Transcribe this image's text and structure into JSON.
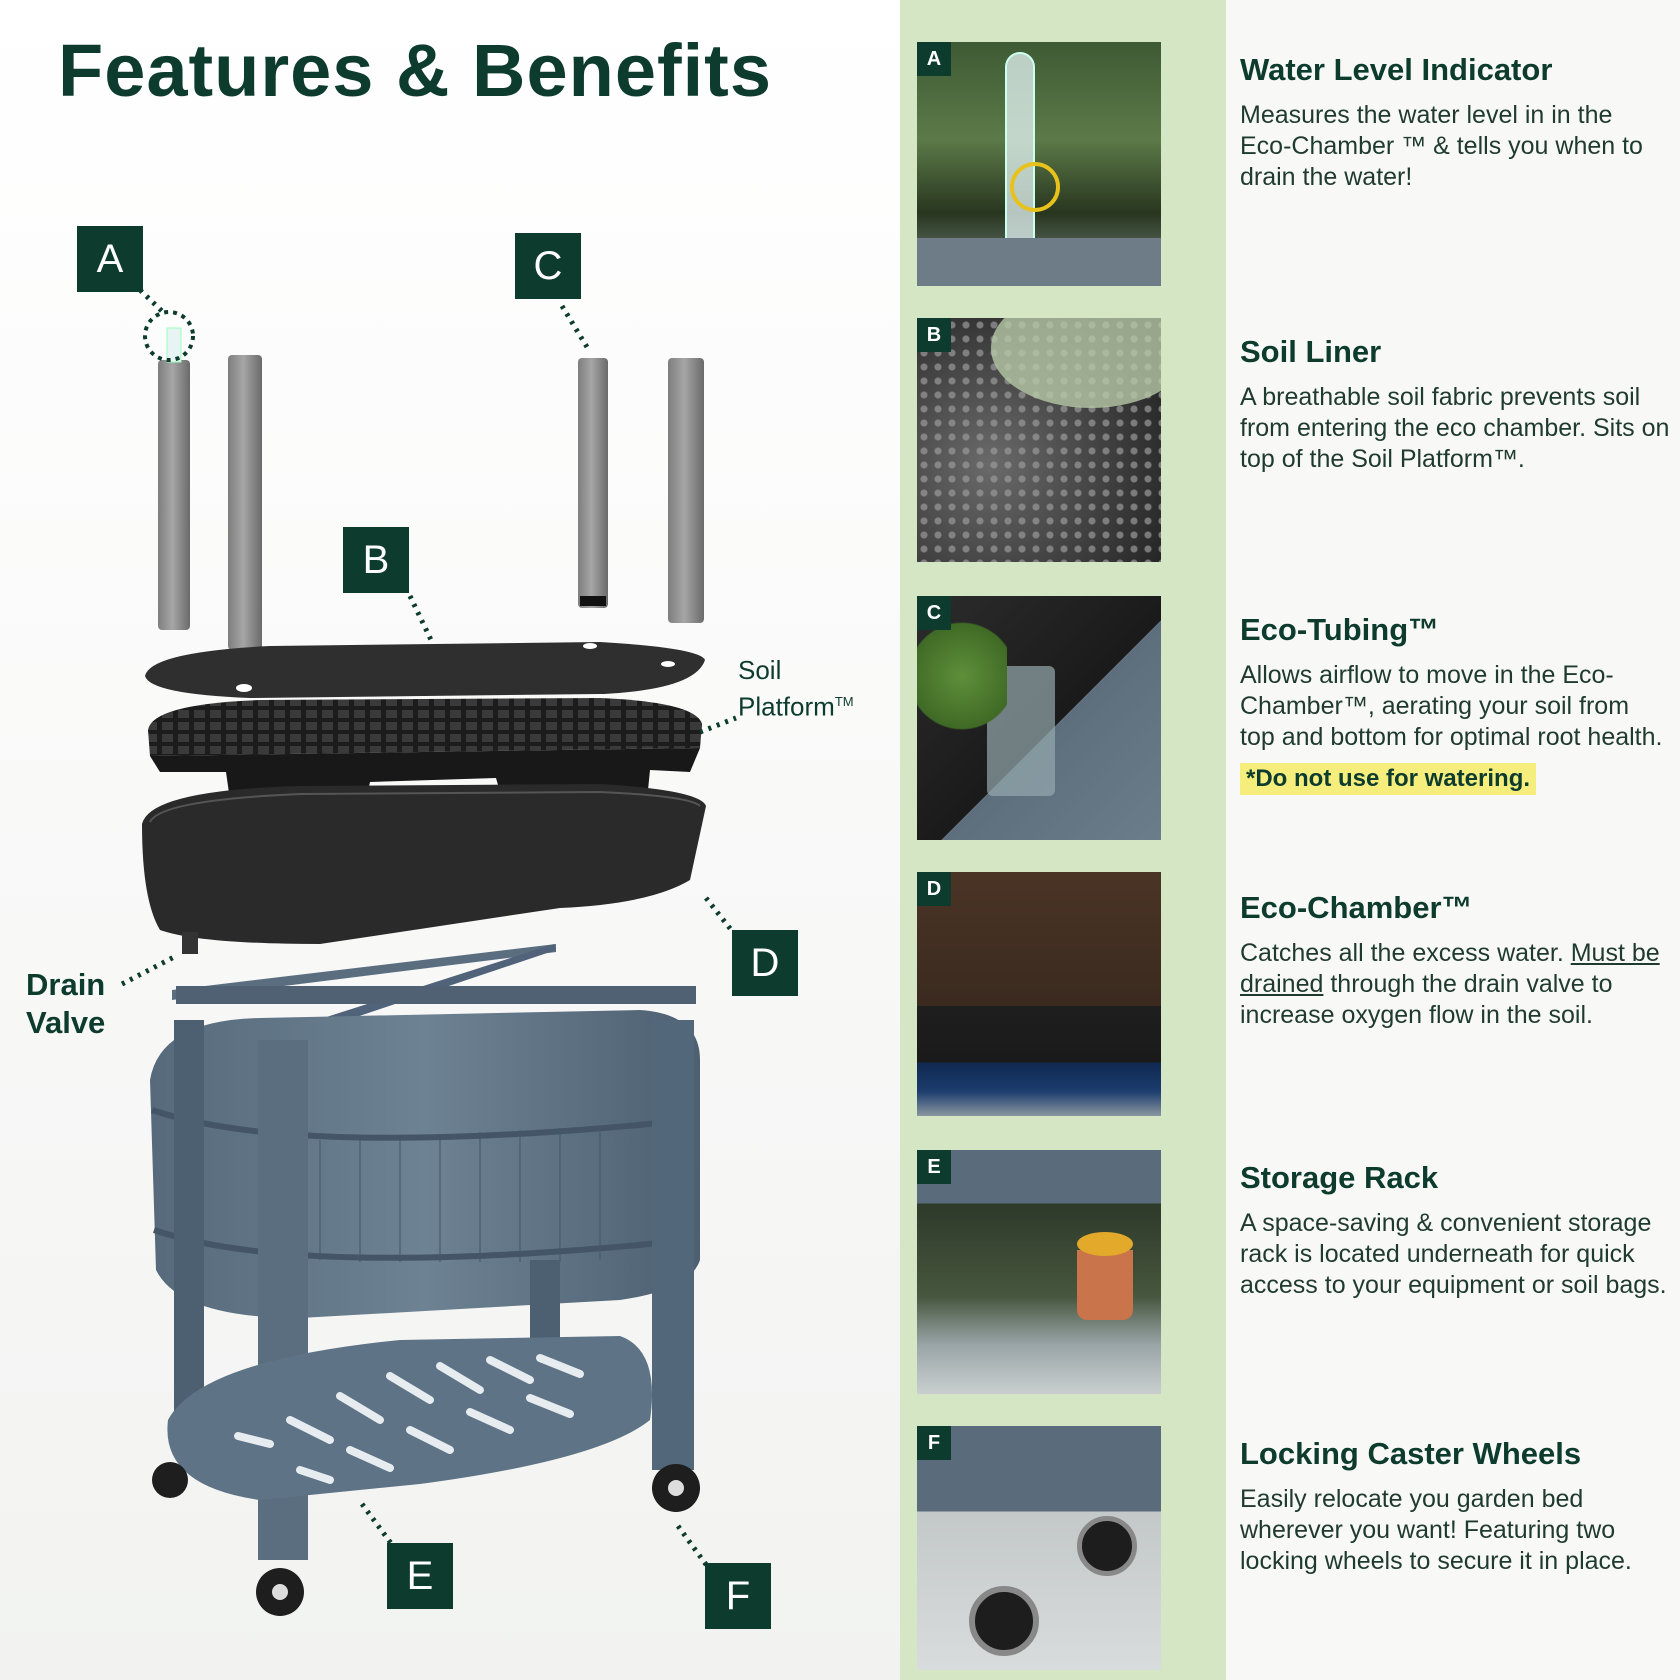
{
  "title": "Features & Benefits",
  "diagram": {
    "tags": [
      "A",
      "B",
      "C",
      "D",
      "E",
      "F"
    ],
    "callout_soil_platform_line1": "Soil",
    "callout_soil_platform_line2": "Platform",
    "callout_soil_platform_tm": "TM",
    "callout_drain_line1": "Drain",
    "callout_drain_line2": "Valve"
  },
  "features": [
    {
      "letter": "A",
      "title": "Water Level Indicator",
      "desc": "Measures the water level in in the Eco-Chamber ™ & tells you when to drain the water!"
    },
    {
      "letter": "B",
      "title": "Soil Liner",
      "desc": "A breathable soil fabric prevents soil from entering the eco chamber. Sits on top of the Soil Platform™."
    },
    {
      "letter": "C",
      "title": "Eco-Tubing™",
      "desc": "Allows airflow to move in the Eco-Chamber™, aerating your soil from top and bottom for optimal root health.",
      "warning": "*Do not use for watering."
    },
    {
      "letter": "D",
      "title": "Eco-Chamber™",
      "desc_underline": "Must be drained",
      "desc_pre": "Catches all the excess water.",
      "desc_post": "through the drain valve to increase oxygen flow in the soil."
    },
    {
      "letter": "E",
      "title": "Storage Rack",
      "desc": "A space-saving & convenient storage rack is located underneath for quick access to your equipment or soil bags."
    },
    {
      "letter": "F",
      "title": "Locking Caster Wheels",
      "desc": "Easily relocate you garden bed wherever you want! Featuring two locking wheels to secure it in place."
    }
  ],
  "colors": {
    "brand_green": "#0d3b2e",
    "stripe": "#d5e6c4",
    "bed_blue": "#5f7384",
    "highlight": "#f5ee7c"
  }
}
